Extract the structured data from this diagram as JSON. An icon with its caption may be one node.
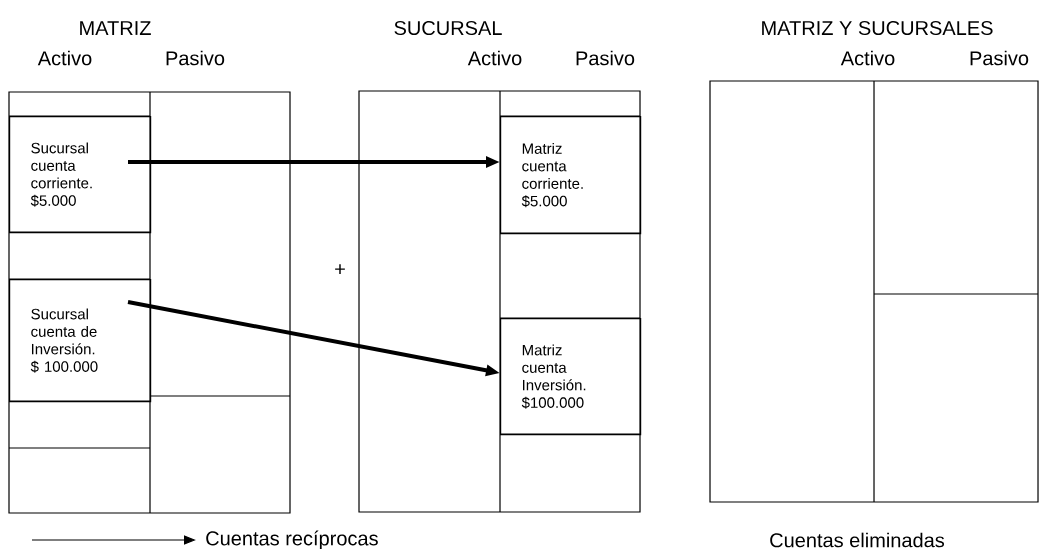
{
  "diagram": {
    "nodes": [
      {
        "text": [
          "Sucursal cuenta corriente. $5.000"
        ]
      },
      {
        "text": [
          "Sucursal cuenta de Inversión. $ 100.000"
        ]
      },
      {
        "text": [
          "Matriz cuenta corriente. $5.000"
        ]
      },
      {
        "text": [
          "Matriz cuenta Inversión. $100.000"
        ]
      }
    ],
    "edges": [
      {
        "from": 0,
        "to": 2,
        "arrow": "to"
      },
      {
        "from": 1,
        "to": 3,
        "arrow": "to"
      }
    ],
    "labels": [
      "MATRIZ",
      "Activo",
      "Pasivo",
      "SUCURSAL",
      "Activo",
      "Pasivo",
      "MATRIZ Y SUCURSALES",
      "Activo",
      "Pasivo",
      "+",
      "Cuentas eliminadas"
    ],
    "legend": [
      {
        "text": "Cuentas recíprocas"
      }
    ]
  }
}
